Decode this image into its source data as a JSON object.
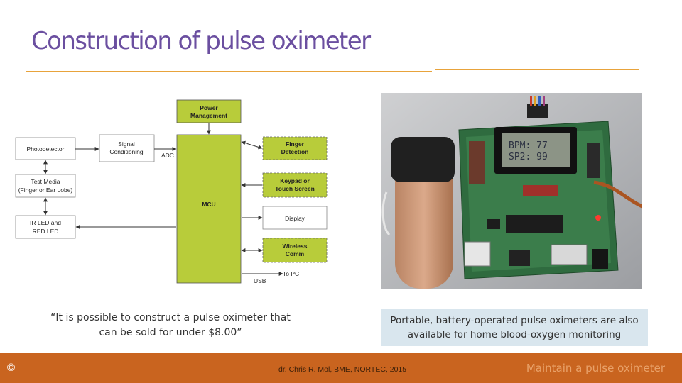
{
  "slide": {
    "title": "Construction of pulse oximeter",
    "accent_color": "#e8a33b",
    "title_color": "#6b4fa0",
    "footer_color": "#c9641f"
  },
  "diagram": {
    "blocks": {
      "power": [
        "Power",
        "Management"
      ],
      "photodetector": "Photodetector",
      "signal": [
        "Signal",
        "Conditioning"
      ],
      "adc": "ADC",
      "test_media": [
        "Test Media",
        "(Finger or Ear Lobe)"
      ],
      "ir_led": [
        "IR LED and",
        "RED LED"
      ],
      "mcu": "MCU",
      "finger": [
        "Finger",
        "Detection"
      ],
      "keypad": [
        "Keypad or",
        "Touch Screen"
      ],
      "display": "Display",
      "wireless": [
        "Wireless",
        "Comm"
      ],
      "usb": "USB",
      "to_pc": "To PC"
    },
    "mcu_color": "#b8cc3a"
  },
  "photo": {
    "lcd_line1": "BPM: 77",
    "lcd_line2": "SP2: 99"
  },
  "quote": "“It is possible to construct a pulse oximeter that can be sold for under $8.00”",
  "caption": "Portable, battery-operated pulse oximeters are also available for home blood-oxygen monitoring",
  "footer": {
    "copyright": "©",
    "author": "dr. Chris R. Mol, BME, NORTEC, 2015",
    "tag": "Maintain a pulse oximeter"
  }
}
